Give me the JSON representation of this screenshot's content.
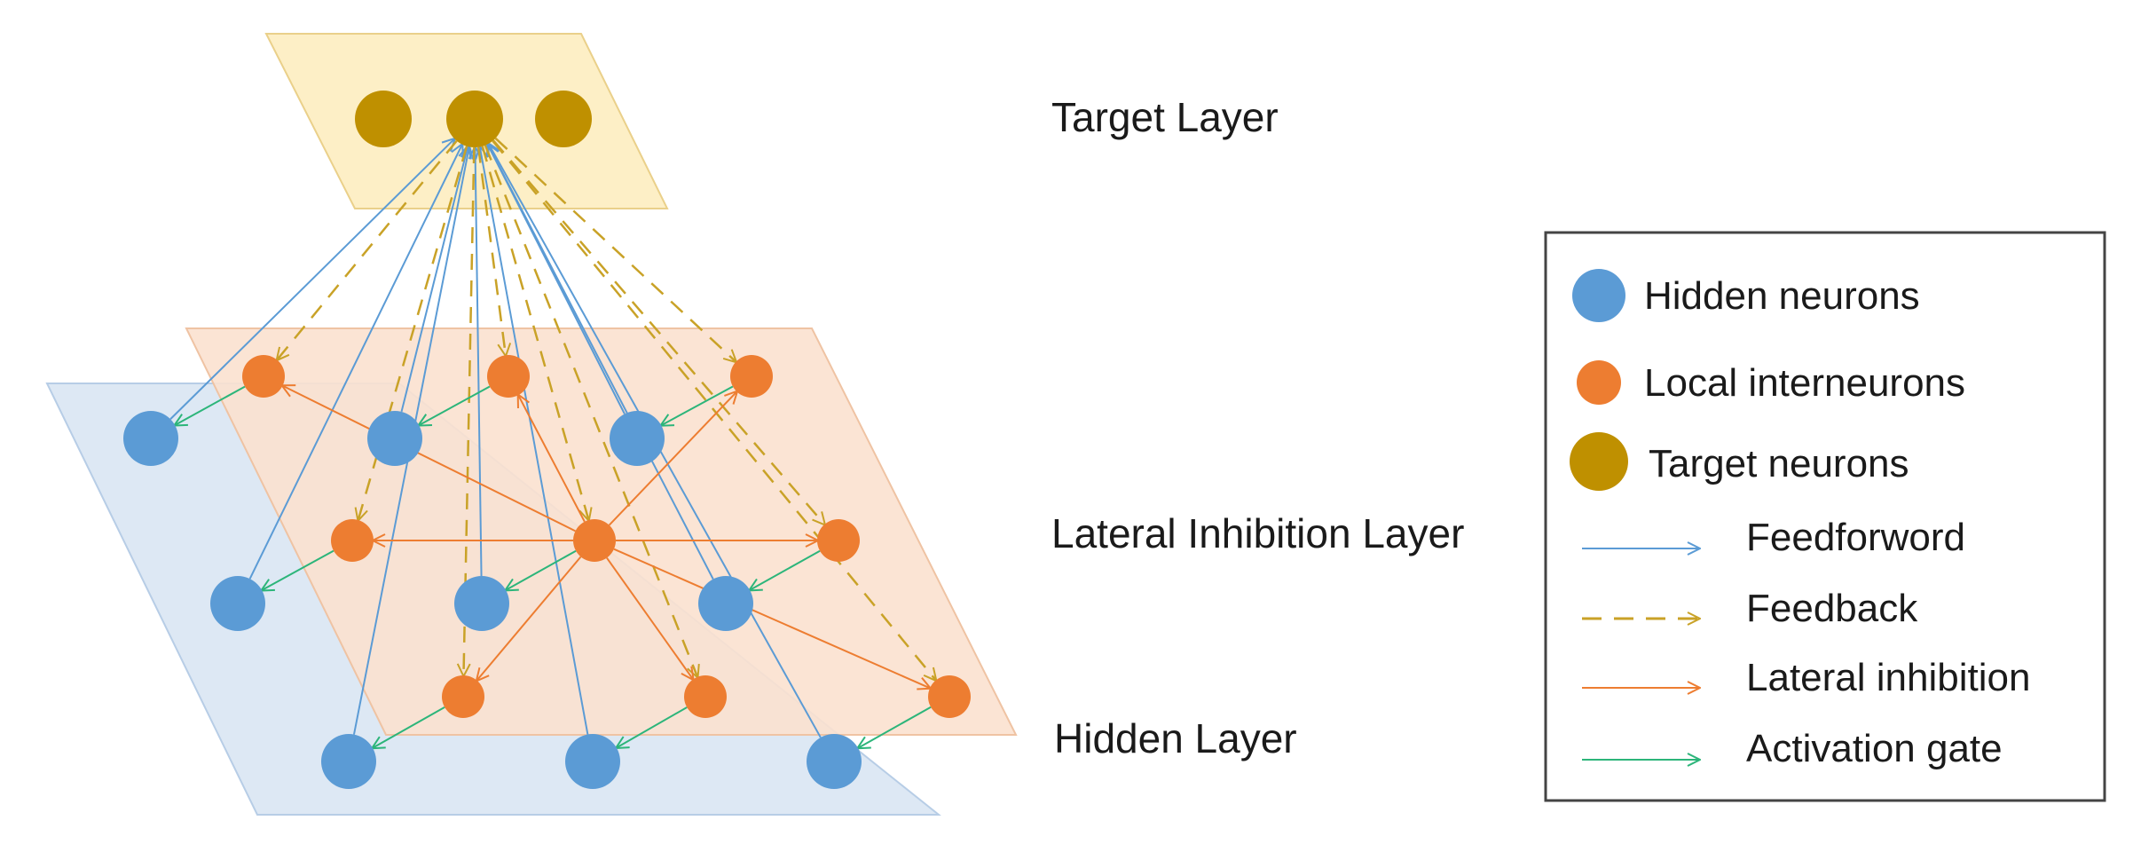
{
  "layers": {
    "target": "Target Layer",
    "lateral": "Lateral Inhibition Layer",
    "hidden": "Hidden Layer"
  },
  "legend": {
    "hidden_neurons": "Hidden neurons",
    "local_interneurons": "Local interneurons",
    "target_neurons": "Target neurons",
    "feedforword": "Feedforword",
    "feedback": "Feedback",
    "lateral_inhibition": "Lateral inhibition",
    "activation_gate": "Activation gate"
  },
  "colors": {
    "hidden_neuron": "#5b9bd5",
    "interneuron": "#ed7d31",
    "target_neuron": "#bf9000",
    "feedforward": "#5b9bd5",
    "feedback": "#c9a227",
    "lateral_inhibition": "#ed7d31",
    "activation_gate": "#2cb57a",
    "target_plane": "#fdefc6",
    "lateral_plane": "#fbe1cf",
    "hidden_plane": "#dde8f4"
  }
}
